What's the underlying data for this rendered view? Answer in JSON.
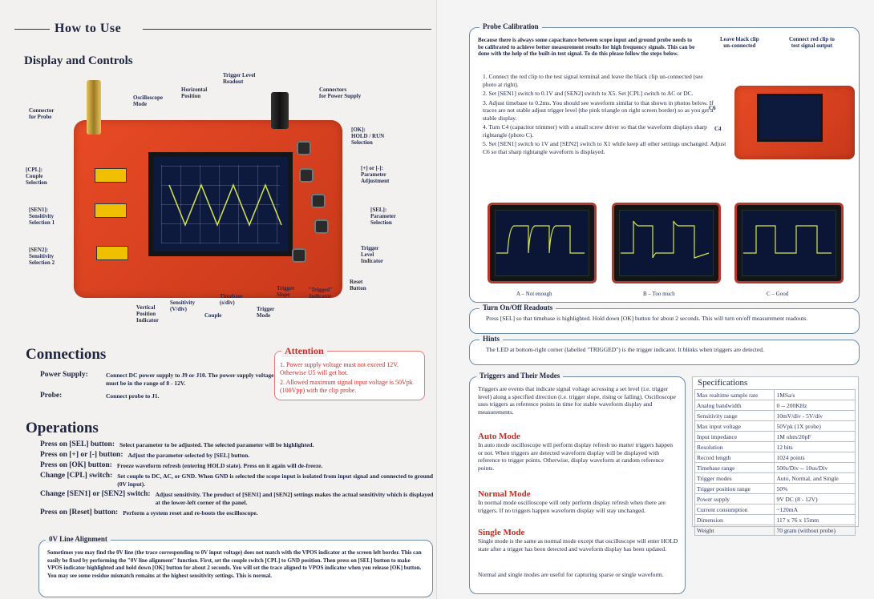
{
  "left": {
    "how_to_use": "How to Use",
    "display_and_controls": "Display and Controls",
    "callouts": {
      "connector_probe": "Connector\nfor Probe",
      "osc_mode": "Oscilloscope\nMode",
      "horizontal_pos": "Horizontal\nPosition",
      "trigger_level_readout": "Trigger Level\nReadout",
      "connectors_power": "Connectors\nfor Power Supply",
      "ok": "[OK]:\nHOLD / RUN\nSelection",
      "plus_minus": "[+] or [-]:\nParameter\nAdjustment",
      "sel": "[SEL]:\nParameter\nSelection",
      "trigger_level_indicator": "Trigger\nLevel\nIndicator",
      "reset": "Reset\nButton",
      "cpl": "[CPL]:\nCouple\nSelection",
      "sen1": "[SEN1]:\nSensitivity\nSelection 1",
      "sen2": "[SEN2]:\nSensitivity\nSelection 2",
      "vertical_pos": "Vertical\nPosition\nIndicator",
      "sensitivity": "Sensitivity\n(V/div)",
      "couple": "Couple",
      "timebase": "Timebase\n(s/div)",
      "trigger_mode": "Trigger\nMode",
      "trigger_slope": "Trigger\nSlope",
      "trigged": "\"Trigged\"\nIndicator"
    },
    "connections": {
      "title": "Connections",
      "power_label": "Power Supply:",
      "power_text": "Connect DC power supply to J9 or J10. The power supply voltage must be in the range of 8 - 12V.",
      "probe_label": "Probe:",
      "probe_text": "Connect probe to J1."
    },
    "attention": {
      "title": "Attention",
      "item1": "1. Power supply voltage must not exceed 12V. Otherwise U5 will get hot.",
      "item2": "2. Allowed maximum signal input voltage is 50Vpk (100Vpp) with the clip probe."
    },
    "operations": {
      "title": "Operations",
      "rows": [
        {
          "label": "Press on [SEL] button:",
          "text": "Select parameter to be adjusted. The selected parameter will be highlighted."
        },
        {
          "label": "Press on [+] or [-] button:",
          "text": "Adjust the parameter selected by [SEL] button."
        },
        {
          "label": "Press on [OK] button:",
          "text": "Freeze waveform refresh (entering HOLD state). Press on it again will de-freeze."
        },
        {
          "label": "Change [CPL] switch:",
          "text": "Set couple to DC, AC, or GND. When GND is selected the scope input is isolated from input signal and connected to ground (0V input)."
        },
        {
          "label": "Change [SEN1] or [SEN2] switch:",
          "text": "Adjust sensitivity. The product of [SEN1] and [SEN2] settings makes the actual sensitivity which is displayed at the lower-left corner of the panel."
        },
        {
          "label": "Press on [Reset] button:",
          "text": "Perform a system reset and re-boots the oscilloscope."
        }
      ]
    },
    "zero_line": {
      "title": "0V Line Alignment",
      "text": "Sometimes you may find the 0V line (the trace corresponding to 0V input voltage) does not match with the VPOS indicator at the screen left border. This can easily be fixed by performing the \"0V line alignment\" function. First, set the couple switch [CPL] to GND position. Then press on [SEL] button to make VPOS indicator highlighted and hold down [OK] button for about 2 seconds. You will set the trace aligned to VPOS indicator when you release [OK] button. You may see some residue mismatch remains at the highest sensitivity settings. This is normal."
    }
  },
  "right": {
    "probe_cal": {
      "title": "Probe Calibration",
      "intro": "Because there is always some capacitance between scope input and ground probe needs to be calibrated to achieve better measurement results for high frequency signals. This can be done with the help of the built-in test signal. To do this please follow the steps below.",
      "steps": [
        "1. Connect the red clip to the test signal terminal and leave the black clip un-connected (see photo at right).",
        "2. Set [SEN1] switch to 0.1V and [SEN2] switch to X5. Set [CPL] switch to AC or DC.",
        "3. Adjust timebase to 0.2ms. You should see waveform similar to that shown in photos below. If traces are not stable adjust trigger level (the pink triangle on right screen border) so as you get a stable display.",
        "4. Turn C4 (capacitor trimmer) with a small screw driver so that the waveform displays sharp rightangle (photo C).",
        "5. Set [SEN1] switch to 1V and [SEN2] switch to X1 while keep all other settings unchanged. Adjust C6 so that sharp rightangle waveform is displayed."
      ],
      "leave_black": "Leave black clip\nun-connected",
      "connect_red": "Connect red clip to\ntest signal output",
      "c6": "C6",
      "c4": "C4",
      "captions": [
        "A – Not enough",
        "B – Too much",
        "C – Good"
      ]
    },
    "readouts": {
      "title": "Turn On/Off Readouts",
      "text": "Press [SEL] so that timebase is highlighted. Hold down [OK] button for about 2 seconds. This will turn on/off measurement readouts."
    },
    "hints": {
      "title": "Hints",
      "text": "The LED at bottom-right corner (labelled \"TRIGGED\") is the trigger indicator. It blinks when triggers are detected."
    },
    "triggers": {
      "title": "Triggers and Their Modes",
      "text": "Triggers are events that indicate signal voltage acrossing a set level (i.e. trigger level) along a specified direction (i.e. trigger slope, rising or falling). Oscilloscope uses triggers as reference points in time for stable waveform display and measurements.",
      "auto_title": "Auto Mode",
      "auto_text": "In auto mode oscilloscope will perform display refresh no matter triggers happen or not. When triggers are detected waveform display will be displayed with reference to trigger points. Otherwise, display waveform at random reference points.",
      "normal_title": "Normal Mode",
      "normal_text": "In normal mode oscilloscope will only perform display refresh when there are triggers. If no triggers happen waveform display will stay unchanged.",
      "single_title": "Single Mode",
      "single_text": "Single mode is the same as normal mode except that oscilloscope will enter HOLD state after a trigger has been detected and waveform display has been updated.",
      "footer": "Normal and single modes are useful for capturing sparse or single waveform."
    },
    "specs": {
      "title": "Specifications",
      "rows": [
        [
          "Max realtime sample rate",
          "1MSa/s"
        ],
        [
          "Analog bandwidth",
          "0 -- 200KHz"
        ],
        [
          "Sensitivity range",
          "10mV/div - 5V/div"
        ],
        [
          "Max input voltage",
          "50Vpk (1X probe)"
        ],
        [
          "Input impedance",
          "1M ohm/20pF"
        ],
        [
          "Resolution",
          "12 bits"
        ],
        [
          "Record length",
          "1024 points"
        ],
        [
          "Timebase range",
          "500s/Div -- 10us/Div"
        ],
        [
          "Trigger modes",
          "Auto, Normal, and Single"
        ],
        [
          "Trigger position range",
          "50%"
        ],
        [
          "Power supply",
          "9V DC (8 - 12V)"
        ],
        [
          "Current consumption",
          "~120mA"
        ],
        [
          "Dimension",
          "117 x 76 x 15mm"
        ],
        [
          "Weight",
          "70 gram (without probe)"
        ]
      ]
    }
  }
}
